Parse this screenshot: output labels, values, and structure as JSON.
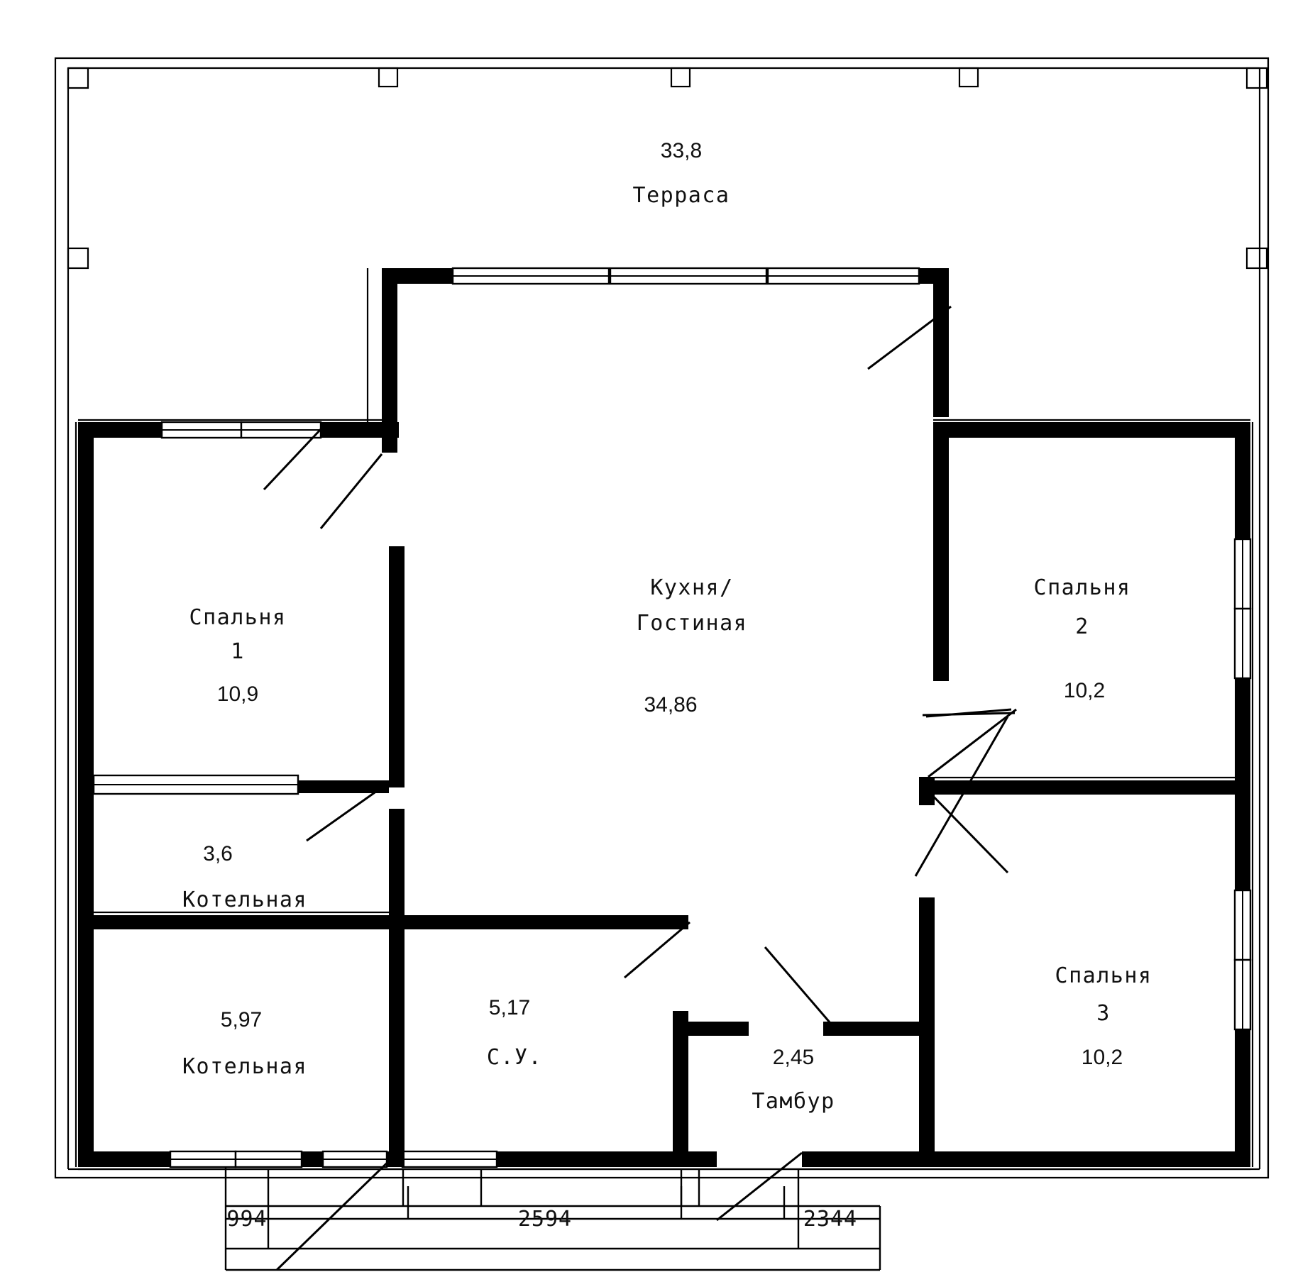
{
  "drawing": {
    "type": "architectural-floor-plan",
    "language": "ru",
    "units_area": "m2",
    "units_dimension": "mm"
  },
  "rooms": [
    {
      "id": "terrace",
      "name": "Терраса",
      "area": "33,8",
      "number": ""
    },
    {
      "id": "kitchen",
      "name_line1": "Кухня/",
      "name_line2": "Гостиная",
      "area": "34,86",
      "number": ""
    },
    {
      "id": "bedroom1",
      "name": "Спальня",
      "area": "10,9",
      "number": "1"
    },
    {
      "id": "bedroom2",
      "name": "Спальня",
      "area": "10,2",
      "number": "2"
    },
    {
      "id": "bedroom3",
      "name": "Спальня",
      "area": "10,2",
      "number": "3"
    },
    {
      "id": "boiler_top",
      "name": "Котельная",
      "area": "3,6",
      "number": ""
    },
    {
      "id": "boiler_bot",
      "name": "Котельная",
      "area": "5,97",
      "number": ""
    },
    {
      "id": "bathroom",
      "name": "С.У.",
      "area": "5,17",
      "number": ""
    },
    {
      "id": "tambour",
      "name": "Тамбур",
      "area": "2,45",
      "number": ""
    }
  ],
  "dimensions": {
    "bottom": [
      {
        "id": "dim-left",
        "value": "994"
      },
      {
        "id": "dim-center",
        "value": "2594"
      },
      {
        "id": "dim-right",
        "value": "2344"
      }
    ]
  },
  "colors": {
    "wall": "#000000",
    "background": "#ffffff",
    "text": "#111111"
  }
}
